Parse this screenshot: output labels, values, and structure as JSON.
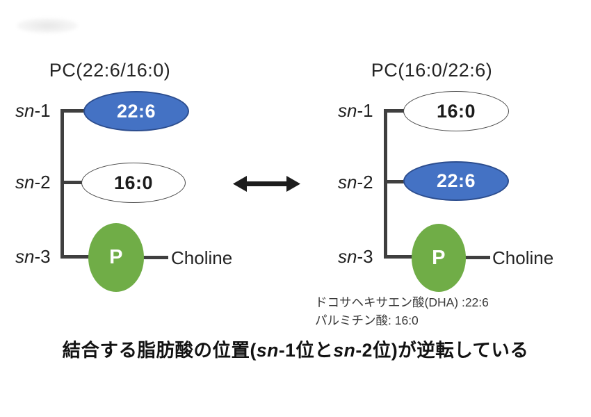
{
  "colors": {
    "dha_fill": "#4472c4",
    "dha_border": "#2c4d8e",
    "empty_fill": "#ffffff",
    "empty_border": "#4a4a4a",
    "phosphate_fill": "#70ad47",
    "line": "#3f3f3f",
    "text": "#232323",
    "arrow": "#1d1d1d"
  },
  "icons": {
    "swap_arrow": "double-headed-horizontal-arrow"
  },
  "left_diagram": {
    "title": "PC(22:6/16:0)",
    "sn1": {
      "label_italic": "sn",
      "label_rest": "-1",
      "value": "22:6"
    },
    "sn2": {
      "label_italic": "sn",
      "label_rest": "-2",
      "value": "16:0"
    },
    "sn3": {
      "label_italic": "sn",
      "label_rest": "-3",
      "value": "P",
      "attached": "Choline"
    }
  },
  "right_diagram": {
    "title": "PC(16:0/22:6)",
    "sn1": {
      "label_italic": "sn",
      "label_rest": "-1",
      "value": "16:0"
    },
    "sn2": {
      "label_italic": "sn",
      "label_rest": "-2",
      "value": "22:6"
    },
    "sn3": {
      "label_italic": "sn",
      "label_rest": "-3",
      "value": "P",
      "attached": "Choline"
    }
  },
  "annotations": {
    "line1": "ドコサヘキサエン酸(DHA) :22:6",
    "line2": "パルミチン酸: 16:0"
  },
  "caption": {
    "pre": "結合する脂肪酸の位置(",
    "sn1": "sn",
    "mid": "-1位と",
    "sn2": "sn",
    "post": "-2位)が逆転している"
  }
}
